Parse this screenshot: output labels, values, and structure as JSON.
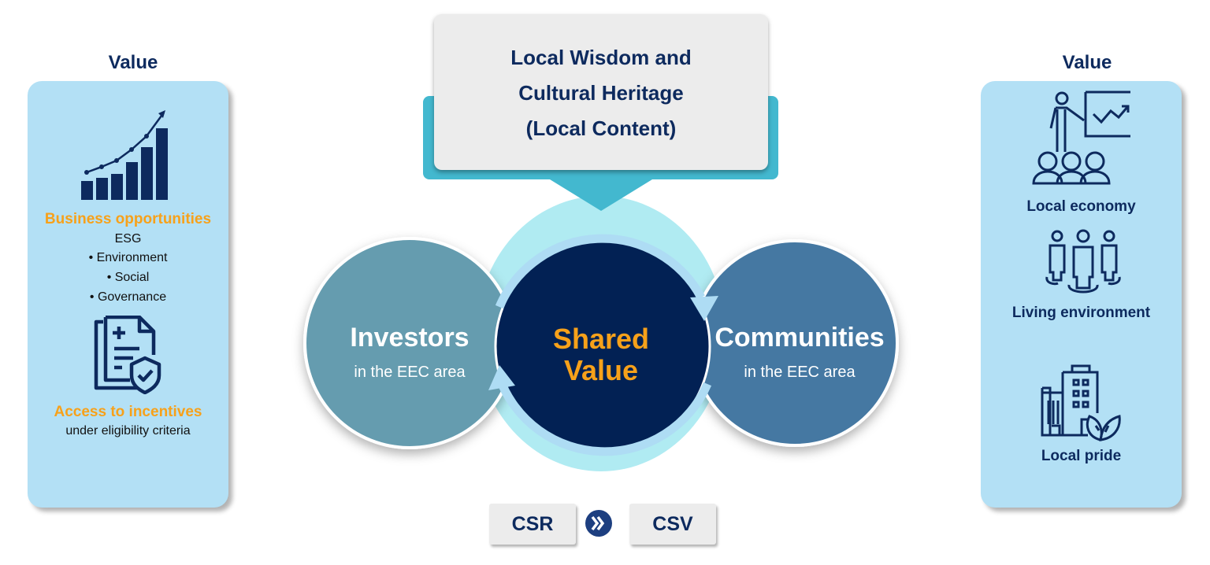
{
  "left_panel": {
    "title": "Value",
    "business_heading": "Business opportunities",
    "esg_label": "ESG",
    "esg_items": [
      "• Environment",
      "• Social",
      "• Governance"
    ],
    "incentives_heading": "Access to incentives",
    "incentives_sub": "under eligibility criteria"
  },
  "right_panel": {
    "title": "Value",
    "items": [
      "Local economy",
      "Living environment",
      "Local pride"
    ]
  },
  "top_box": {
    "lines": [
      "Local Wisdom and",
      "Cultural Heritage",
      "(Local Content)"
    ]
  },
  "center": {
    "shared_line1": "Shared",
    "shared_line2": "Value",
    "investors_title": "Investors",
    "investors_sub": "in the EEC area",
    "communities_title": "Communities",
    "communities_sub": "in the EEC area"
  },
  "transition": {
    "from": "CSR",
    "to": "CSV"
  },
  "colors": {
    "navy": "#0d2a5e",
    "orange": "#f7a11a",
    "panel": "#b3e0f5",
    "teal": "#43b8cf",
    "investors": "#659caf",
    "communities": "#4478a2",
    "core": "#022154"
  }
}
